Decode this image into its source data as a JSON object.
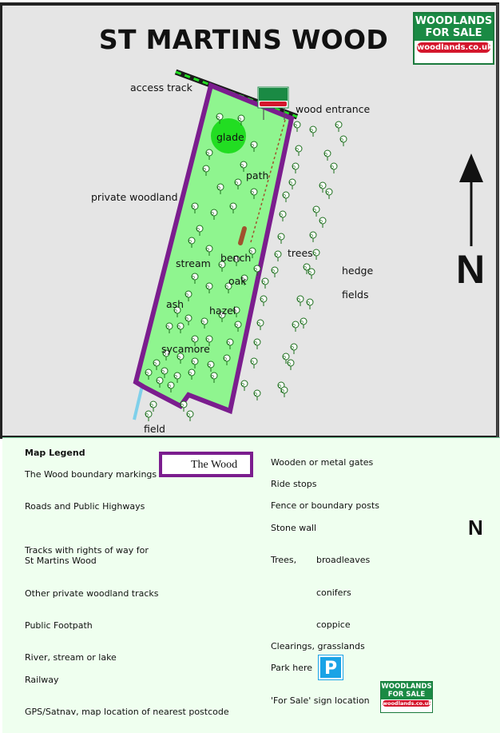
{
  "map": {
    "title": "ST MARTINS WOOD",
    "labels": {
      "access_track": "access track",
      "wood_entrance": "wood entrance",
      "private_woodland": "private woodland",
      "glade": "glade",
      "path": "path",
      "bench": "bench",
      "trees": "trees",
      "stream": "stream",
      "oak": "oak",
      "hedge": "hedge",
      "fields": "fields",
      "ash": "ash",
      "hazel": "hazel",
      "sycamore": "sycamore",
      "field": "field"
    },
    "north_label": "N",
    "colors": {
      "boundary": "#7b1d8e",
      "wood_fill": "#8ff58f",
      "glade": "#22dd22",
      "stream": "#7fd0ea",
      "background": "#e5e5e5",
      "footpath": "#a0522d"
    }
  },
  "brand": {
    "line1": "WOODLANDS",
    "line2": "FOR SALE",
    "url": "woodlands.co.uk"
  },
  "legend": {
    "title": "Map Legend",
    "left_items": {
      "boundary": "The Wood boundary markings",
      "wood_box_label": "The Wood",
      "roads": "Roads and Public Highways",
      "tracks_line1": "Tracks with rights of way for",
      "tracks_line2": "St Martins Wood",
      "private_tracks": "Other private woodland tracks",
      "footpath": "Public Footpath",
      "river": "River, stream or lake",
      "railway": "Railway",
      "gps": "GPS/Satnav, map location of nearest postcode"
    },
    "right_items": {
      "gates": "Wooden or metal gates",
      "ride_stops": "Ride stops",
      "fence": "Fence or boundary posts",
      "stone_wall": "Stone wall",
      "trees": "Trees,",
      "broadleaves": "broadleaves",
      "conifers": "conifers",
      "coppice": "coppice",
      "clearings": "Clearings, grasslands",
      "park": "Park here",
      "park_symbol": "P",
      "for_sale": "'For Sale'  sign location"
    },
    "north_label": "N",
    "road_colors": [
      "#1550d8",
      "#d81a1a",
      "#f0e000"
    ]
  }
}
